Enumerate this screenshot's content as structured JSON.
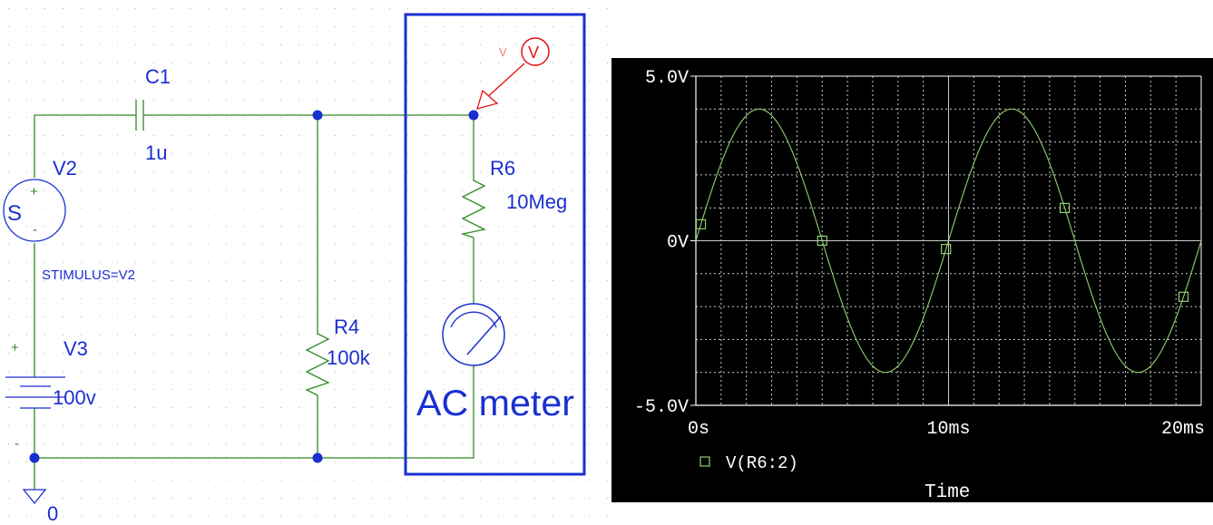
{
  "schematic": {
    "components": {
      "c1": {
        "name": "C1",
        "value": "1u"
      },
      "v2": {
        "name": "V2",
        "symbol": "S",
        "plus": "+",
        "minus": "-",
        "attribute": "STIMULUS=V2"
      },
      "v3": {
        "name": "V3",
        "value": "100v",
        "plus": "+",
        "minus": "-"
      },
      "r4": {
        "name": "R4",
        "value": "100k"
      },
      "r6": {
        "name": "R6",
        "value": "10Meg"
      },
      "ground": {
        "label": "0"
      },
      "probe": {
        "symbol": "V",
        "marker_text": "V"
      }
    },
    "meter_box_label": "AC meter",
    "colors": {
      "wire": "#2e8b22",
      "label": "#1a2fd1",
      "box": "#1a2fd1",
      "probe": "#e01010",
      "probe_marker_text": "#f08080",
      "node": "#1a2fd1"
    }
  },
  "chart_data": {
    "type": "line",
    "xlabel": "Time",
    "x_ticks": [
      "0s",
      "10ms",
      "20ms"
    ],
    "y_ticks": [
      "5.0V",
      "0V",
      "-5.0V"
    ],
    "xlim": [
      0,
      0.02
    ],
    "ylim": [
      -5.0,
      5.0
    ],
    "x_unit": "s",
    "grid": true,
    "series": [
      {
        "name": "V(R6:2)",
        "color": "#8fd16f",
        "waveform": {
          "amplitude": 4.0,
          "frequency": 100,
          "offset": 0.0
        },
        "markers_x": [
          0.0002,
          0.005,
          0.0099,
          0.0146,
          0.0193
        ]
      }
    ],
    "colors": {
      "background": "#000000",
      "axis": "#ffffff",
      "grid": "#cccccc",
      "text": "#ffffff"
    }
  }
}
